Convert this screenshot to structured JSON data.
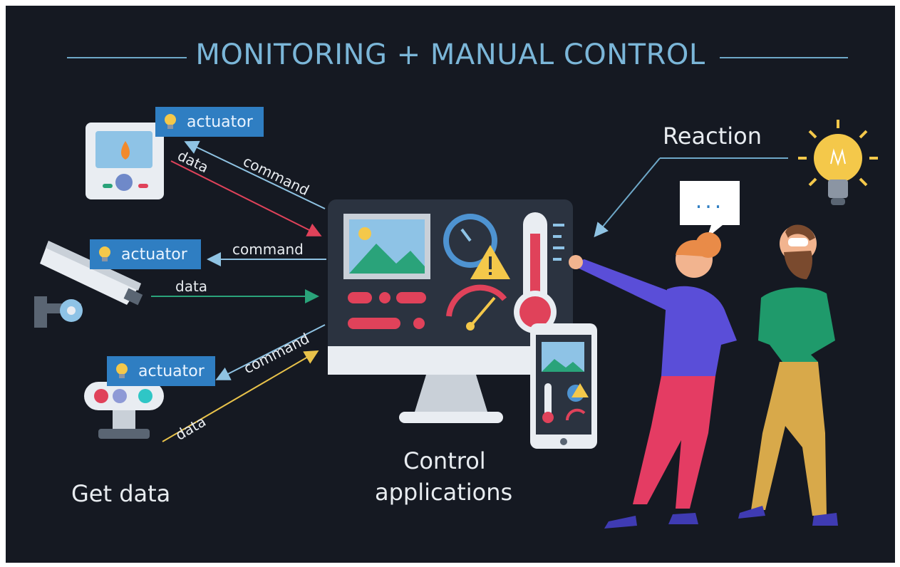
{
  "title": "MONITORING + MANUAL CONTROL",
  "badges": {
    "top": "actuator",
    "middle": "actuator",
    "bottom": "actuator"
  },
  "arrows": {
    "command_top": "command",
    "data_top": "data",
    "command_middle": "command",
    "data_middle": "data",
    "command_bottom": "command",
    "data_bottom": "data"
  },
  "labels": {
    "get_data": "Get data",
    "control_line1": "Control",
    "control_line2": "applications",
    "reaction": "Reaction",
    "speech": "..."
  },
  "icons": [
    "lightbulb-icon",
    "thermostat-icon",
    "security-camera-icon",
    "sensor-device-icon",
    "monitor-icon",
    "smartphone-icon",
    "thermometer-icon",
    "gauge-icon",
    "clock-icon",
    "warning-icon",
    "image-icon"
  ],
  "colors": {
    "background": "#151922",
    "accent": "#7bb6d8",
    "badge": "#2f7ec2",
    "data_arrow_top": "#e0425a",
    "data_arrow_middle": "#2aa37a",
    "data_arrow_bottom": "#e8c24a",
    "command_arrow": "#8fc3e3"
  }
}
